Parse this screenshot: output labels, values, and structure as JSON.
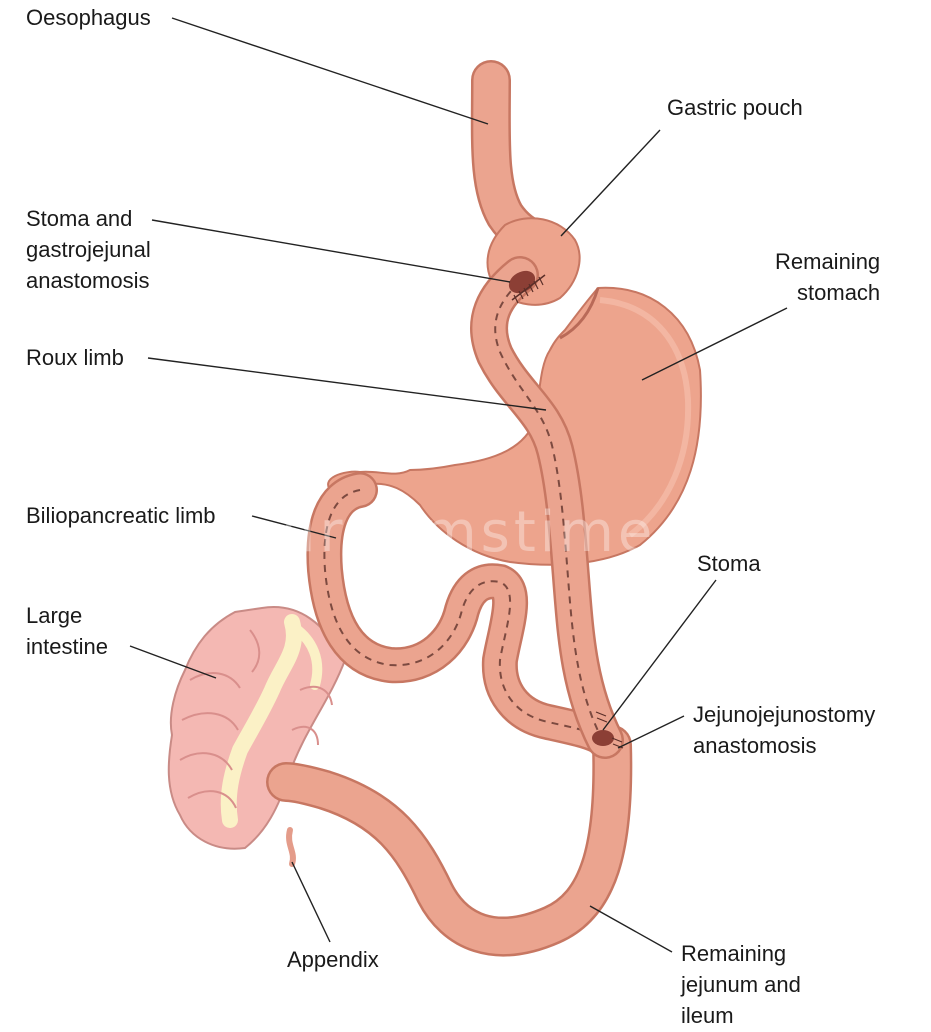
{
  "labels": {
    "oesophagus": [
      "Oesophagus"
    ],
    "gastric_pouch": [
      "Gastric pouch"
    ],
    "stoma_gastro": [
      "Stoma and",
      "gastrojejunal",
      "anastomosis"
    ],
    "remaining_stomach": [
      "Remaining",
      "stomach"
    ],
    "roux_limb": [
      "Roux limb"
    ],
    "biliopancreatic_limb": [
      "Biliopancreatic limb"
    ],
    "stoma": [
      "Stoma"
    ],
    "large_intestine": [
      "Large",
      "intestine"
    ],
    "jejunojejunostomy": [
      "Jejunojejunostomy",
      "anastomosis"
    ],
    "appendix": [
      "Appendix"
    ],
    "remaining_jejunum": [
      "Remaining",
      "jejunum and",
      "ileum"
    ]
  },
  "watermark": "dreamstime",
  "colors": {
    "tissue": "#eba48f",
    "tissue_dark": "#c77762",
    "stomach": "#eda48d",
    "colon": "#f4b8b3",
    "colon_fat": "#fbf1c6",
    "leader": "#222222"
  }
}
